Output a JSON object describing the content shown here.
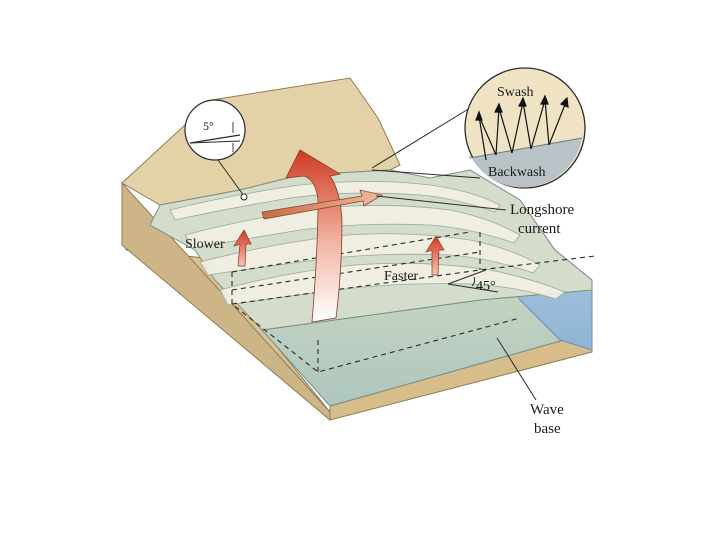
{
  "labels": {
    "angle_small": "5°",
    "swash": "Swash",
    "backwash": "Backwash",
    "longshore_line1": "Longshore",
    "longshore_line2": "current",
    "slower": "Slower",
    "faster": "Faster",
    "angle_large": "45°",
    "wave_base_line1": "Wave",
    "wave_base_line2": "base"
  },
  "colors": {
    "sand": "#e0cfa4",
    "sand_dark": "#c9b384",
    "water": "#c7d6c4",
    "water_deep": "#b3cac4",
    "water_edge": "#a9c8e0",
    "foam": "#f3f1e6",
    "arrow_red": "#d2432c",
    "arrow_light": "#ffffff"
  }
}
